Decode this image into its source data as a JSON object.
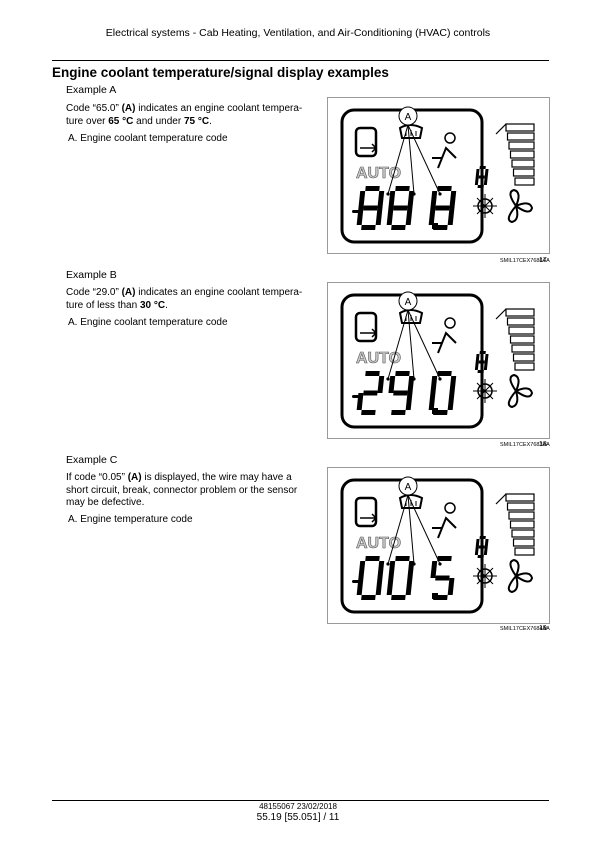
{
  "header": {
    "title": "Electrical systems - Cab Heating, Ventilation, and Air-Conditioning (HVAC) controls"
  },
  "section": {
    "title": "Engine coolant temperature/signal display examples"
  },
  "examples": [
    {
      "heading": "Example A",
      "text_parts": [
        "Code “65.0” ",
        "(A)",
        " indicates an engine coolant tempera-ture over ",
        "65 °C",
        " and under ",
        "75 °C",
        "."
      ],
      "item": "A.  Engine coolant temperature code",
      "display": "88.8",
      "callout": "A",
      "caption": "SMIL17CEX7686AA",
      "fig_num": "17"
    },
    {
      "heading": "Example B",
      "text_parts": [
        "Code “29.0” ",
        "(A)",
        " indicates an engine coolant tempera-ture of less than ",
        "30 °C",
        "."
      ],
      "item": "A.  Engine coolant temperature code",
      "display": "29.0",
      "callout": "A",
      "caption": "SMIL17CEX7683AA",
      "fig_num": "18"
    },
    {
      "heading": "Example C",
      "text_parts": [
        "If code “0.05” ",
        "(A)",
        " is displayed, the wire may have a short circuit, break, connector problem or the sensor may be defective."
      ],
      "item": "A.  Engine temperature code",
      "display": "00.5",
      "callout": "A",
      "caption": "SMIL17CEX7684AA",
      "fig_num": "19"
    }
  ],
  "footer": {
    "doc_id": "48155067 23/02/2018",
    "page": "55.19 [55.051] / 11"
  }
}
